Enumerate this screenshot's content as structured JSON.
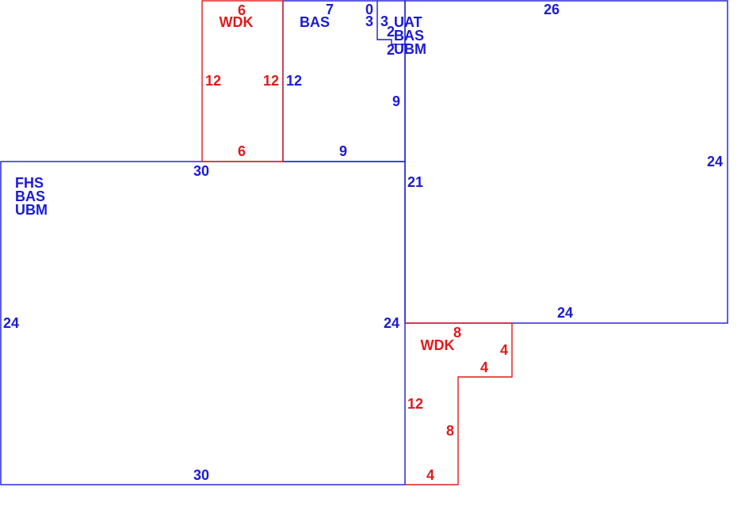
{
  "colors": {
    "blue": "#1a1ad6",
    "red": "#e01a1a"
  },
  "room_tall_wdk": {
    "name": "WDK",
    "top": "6",
    "left": "12",
    "right": "12",
    "bottom": "6"
  },
  "room_bas": {
    "name": "BAS",
    "top": "7",
    "left": "12",
    "right": "9",
    "bottom": "9"
  },
  "notch": {
    "top": "0",
    "left": "3",
    "right": "3",
    "tiny_top": "2",
    "tiny_bottom": "2",
    "names": [
      "UAT",
      "BAS",
      "UBM"
    ]
  },
  "room_large": {
    "names": [
      "FHS",
      "BAS",
      "UBM"
    ],
    "top": "30",
    "left": "24",
    "right": "24",
    "bottom": "30"
  },
  "room_right": {
    "top": "26",
    "right": "24",
    "bottom": "24",
    "left": "21"
  },
  "room_step_wdk": {
    "name": "WDK",
    "top": "8",
    "right_upper": "4",
    "step": "4",
    "right_lower": "8",
    "left": "12",
    "bottom": "4"
  }
}
